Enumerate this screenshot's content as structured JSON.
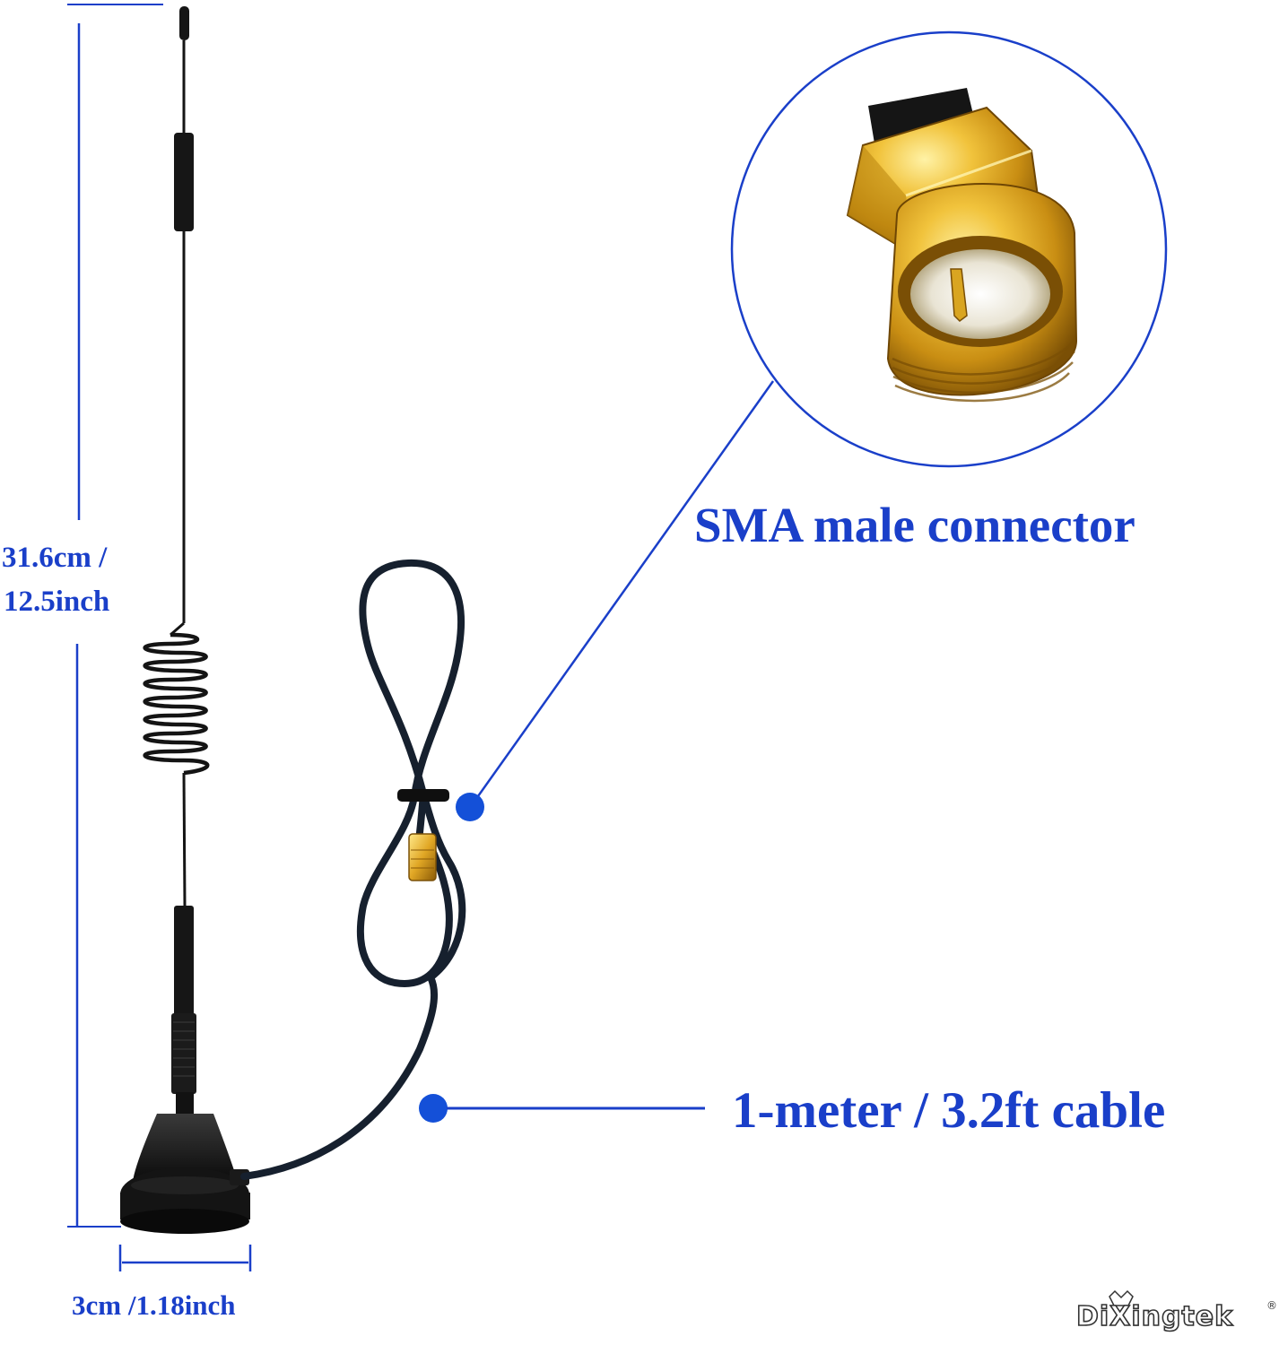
{
  "labels": {
    "height_line1": "31.6cm /",
    "height_line2": "12.5inch",
    "width": "3cm /1.18inch",
    "connector": "SMA male connector",
    "cable": "1-meter / 3.2ft cable"
  },
  "brand": {
    "name": "DiXingtek",
    "registered": "®"
  },
  "colors": {
    "accent_blue": "#1a3fc9",
    "callout_dot": "#1450d8",
    "antenna_black": "#141414",
    "connector_gold": "#d9a521"
  },
  "icons": {
    "antenna": "magnetic-base-antenna-icon",
    "connector": "sma-connector-icon"
  }
}
